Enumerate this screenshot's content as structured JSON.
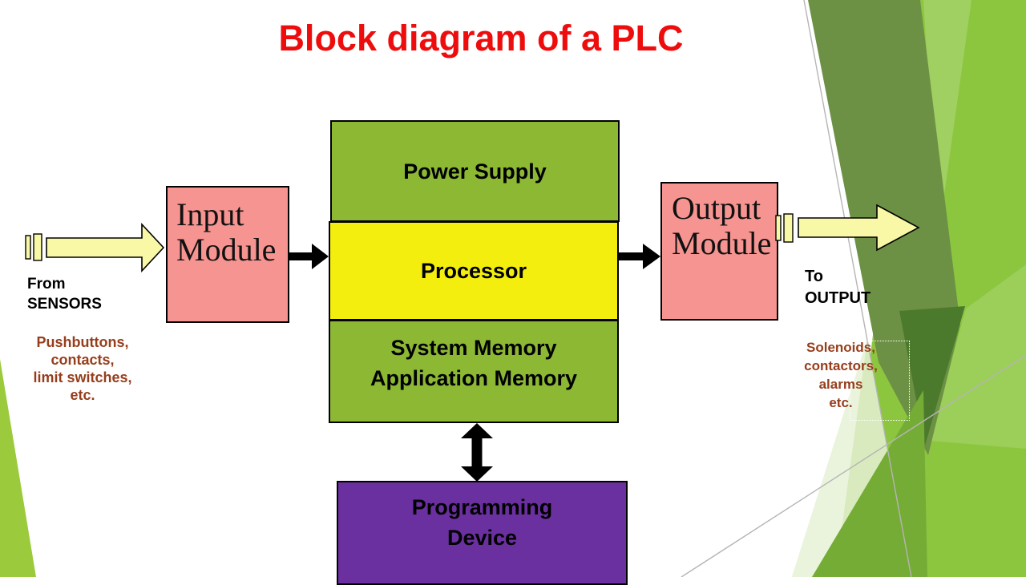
{
  "title": "Block diagram of a PLC",
  "blocks": {
    "power_supply": {
      "label": "Power Supply"
    },
    "processor": {
      "label": "Processor"
    },
    "system_memory": {
      "line1": "System Memory",
      "line2": "Application Memory"
    },
    "programming_device": {
      "line1": "Programming",
      "line2": "Device"
    },
    "input_module": {
      "line1": "Input",
      "line2": "Module"
    },
    "output_module": {
      "line1": "Output",
      "line2": "Module"
    }
  },
  "annotations": {
    "from_sensors": {
      "line1": "From",
      "line2": "SENSORS"
    },
    "to_output": {
      "line1": "To",
      "line2": "OUTPUT"
    },
    "input_devices": [
      "Pushbuttons,",
      "contacts,",
      "limit switches,",
      "etc."
    ],
    "output_devices": [
      "Solenoids,",
      "contactors,",
      "alarms",
      "etc."
    ]
  },
  "arrows": {
    "sensor_input_arrow": "yellow block arrow with two leading bars, pointing right into Input Module",
    "output_arrow": "yellow block arrow with two leading bars, pointing right from Output Module",
    "input_to_processor_arrow": "black arrow right",
    "processor_to_output_arrow": "black arrow right",
    "memory_programming_arrow": "black double-headed vertical arrow"
  },
  "colors": {
    "title_red": "#EE0D0D",
    "block_green": "#8CB834",
    "block_yellow": "#F4EE0F",
    "block_pink": "#F59490",
    "block_purple": "#6B30A0",
    "annotation_brown": "#963E1C",
    "arrow_fill_yellow": "#F8F8A6",
    "arrow_black": "#000000",
    "deco_bright_green": "#8CC63F",
    "deco_olive_green": "#6D9144",
    "deco_deep_green": "#4C7A2D",
    "deco_medium_green": "#74AC35",
    "deco_pale_green": "#D9EBBE",
    "deco_lime_green": "#9BCB3D",
    "deco_line_gray": "#B5B5B5"
  }
}
